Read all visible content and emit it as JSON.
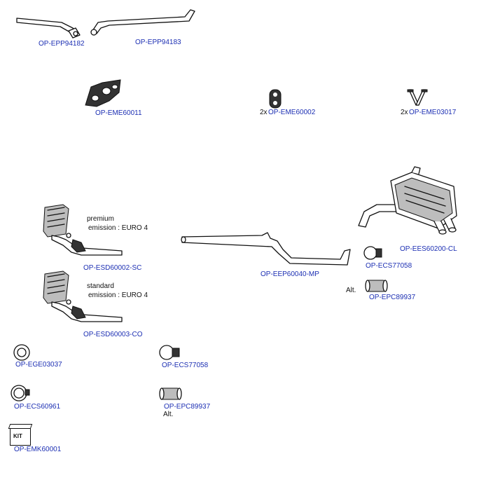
{
  "parts": {
    "epp94182": "OP-EPP94182",
    "epp94183": "OP-EPP94183",
    "eme60011": "OP-EME60011",
    "eme60002": "OP-EME60002",
    "eme03017": "OP-EME03017",
    "ees60200": "OP-EES60200-CL",
    "esd60002": "OP-ESD60002-SC",
    "esd60003": "OP-ESD60003-CO",
    "eep60040": "OP-EEP60040-MP",
    "ecs77058_a": "OP-ECS77058",
    "epc89937_a": "OP-EPC89937",
    "ege03037": "OP-EGE03037",
    "ecs77058_b": "OP-ECS77058",
    "ecs60961": "OP-ECS60961",
    "epc89937_b": "OP-EPC89937",
    "emk60001": "OP-EMK60001"
  },
  "notes": {
    "qty_2x_a": "2x",
    "qty_2x_b": "2x",
    "premium": "premium",
    "premium_emission": "emission : EURO 4",
    "standard": "standard",
    "standard_emission": "emission : EURO 4",
    "alt_a": "Alt.",
    "alt_b": "Alt.",
    "kit": "KIT"
  }
}
